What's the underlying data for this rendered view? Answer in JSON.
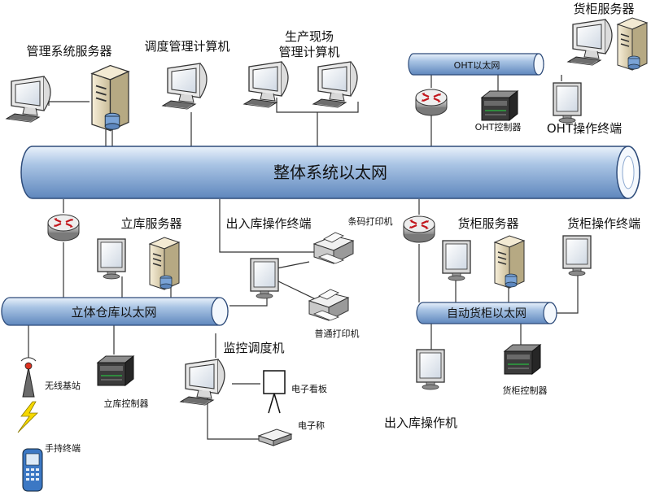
{
  "buses": {
    "main": "整体系统以太网",
    "oht": "OHT以太网",
    "warehouse": "立体仓库以太网",
    "auto_cabinet": "自动货柜以太网"
  },
  "nodes": {
    "mgmt_server": "管理系统服务器",
    "dispatch_pc": "调度管理计算机",
    "production_pc_line1": "生产现场",
    "production_pc_line2": "管理计算机",
    "cabinet_server_top": "货柜服务器",
    "oht_controller": "OHT控制器",
    "oht_terminal": "OHT操作终端",
    "warehouse_server": "立库服务器",
    "io_terminal": "出入库操作终端",
    "barcode_printer": "条码打印机",
    "normal_printer": "普通打印机",
    "cabinet_server": "货柜服务器",
    "cabinet_terminal": "货柜操作终端",
    "warehouse_controller": "立库控制器",
    "monitor_pc": "监控调度机",
    "e_board": "电子看板",
    "e_scale": "电子称",
    "wireless_base": "无线基站",
    "handheld": "手持终端",
    "io_machine": "出入库操作机",
    "cabinet_controller": "货柜控制器"
  }
}
